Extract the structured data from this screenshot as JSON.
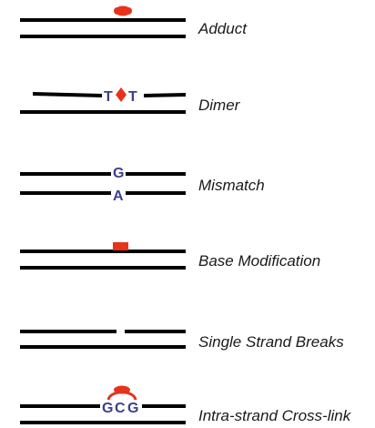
{
  "colors": {
    "strand": "#000000",
    "damage": "#e8321c",
    "base_letter": "#3b3f8e",
    "label": "#1a1a1a",
    "background": "#ffffff"
  },
  "damage_types": [
    {
      "label": "Adduct",
      "marker": "red-blob"
    },
    {
      "label": "Dimer",
      "marker": "thymine-dimer",
      "bases": [
        "T",
        "T"
      ]
    },
    {
      "label": "Mismatch",
      "marker": "mismatched-pair",
      "bases": [
        "G",
        "A"
      ]
    },
    {
      "label": "Base Modification",
      "marker": "red-square"
    },
    {
      "label": "Single Strand Breaks",
      "marker": "strand-gap"
    },
    {
      "label": "Intra-strand Cross-link",
      "marker": "cross-link",
      "bases": [
        "G",
        "C",
        "G"
      ]
    }
  ]
}
